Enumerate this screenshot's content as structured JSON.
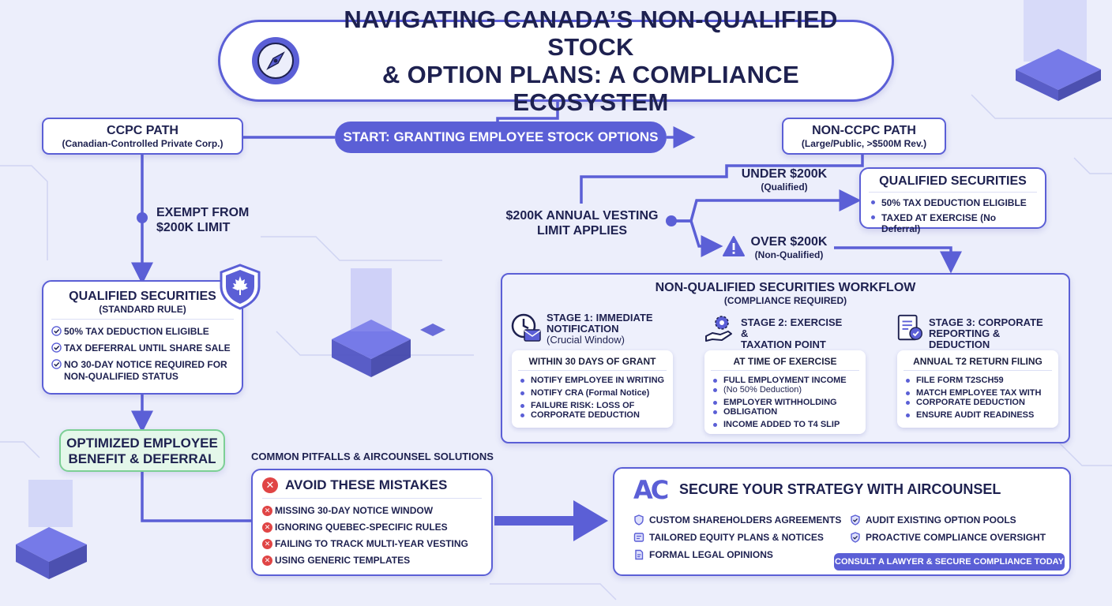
{
  "title": {
    "line1": "NAVIGATING CANADA’S NON-QUALIFIED STOCK",
    "line2": "& OPTION PLANS: A COMPLIANCE ECOSYSTEM"
  },
  "start": {
    "label": "START: GRANTING EMPLOYEE STOCK OPTIONS"
  },
  "ccpc": {
    "title": "CCPC PATH",
    "subtitle": "(Canadian-Controlled Private Corp.)",
    "exempt_line1": "EXEMPT FROM",
    "exempt_line2": "$200K LIMIT",
    "qualified": {
      "title": "QUALIFIED SECURITIES",
      "subtitle": "(STANDARD RULE)",
      "items": [
        "50% TAX DEDUCTION ELIGIBLE",
        "TAX DEFERRAL UNTIL SHARE SALE",
        "NO 30-DAY NOTICE REQUIRED FOR",
        "NON-QUALIFIED STATUS"
      ]
    },
    "outcome_line1": "OPTIMIZED EMPLOYEE",
    "outcome_line2": "BENEFIT & DEFERRAL"
  },
  "non_ccpc": {
    "title": "NON-CCPC PATH",
    "subtitle": "(Large/Public, >$500M Rev.)",
    "limit_line1": "$200K ANNUAL VESTING",
    "limit_line2": "LIMIT APPLIES",
    "under": {
      "title": "UNDER $200K",
      "sub": "(Qualified)"
    },
    "over": {
      "title": "OVER $200K",
      "sub": "(Non-Qualified)"
    },
    "qualified": {
      "title": "QUALIFIED SECURITIES",
      "items": [
        "50% TAX DEDUCTION ELIGIBLE",
        "TAXED AT EXERCISE (No Deferral)"
      ]
    }
  },
  "workflow": {
    "title": "NON-QUALIFIED SECURITIES WORKFLOW",
    "subtitle": "(COMPLIANCE REQUIRED)",
    "stages": [
      {
        "title_l1": "STAGE 1: IMMEDIATE",
        "title_l2": "NOTIFICATION",
        "title_l3": "(Crucial Window)",
        "card_title": "WITHIN 30 DAYS OF GRANT",
        "items": [
          "NOTIFY EMPLOYEE IN WRITING",
          "NOTIFY CRA (Formal Notice)",
          "FAILURE RISK: LOSS OF",
          "CORPORATE DEDUCTION"
        ]
      },
      {
        "title_l1": "STAGE 2: EXERCISE &",
        "title_l2": "TAXATION POINT",
        "card_title": "AT TIME OF EXERCISE",
        "items": [
          "FULL EMPLOYMENT INCOME",
          "(No 50% Deduction)",
          "EMPLOYER WITHHOLDING",
          "OBLIGATION",
          "INCOME ADDED TO T4 SLIP"
        ]
      },
      {
        "title_l1": "STAGE 3: CORPORATE",
        "title_l2": "REPORTING & DEDUCTION",
        "card_title": "ANNUAL T2 RETURN FILING",
        "items": [
          "FILE FORM T2SCH59",
          "MATCH EMPLOYEE TAX WITH",
          "CORPORATE DEDUCTION",
          "ENSURE AUDIT READINESS"
        ]
      }
    ]
  },
  "pitfalls": {
    "section_label": "COMMON PITFALLS & AIRCOUNSEL SOLUTIONS",
    "title": "AVOID THESE MISTAKES",
    "items": [
      "MISSING 30-DAY NOTICE WINDOW",
      "IGNORING QUEBEC-SPECIFIC RULES",
      "FAILING TO TRACK MULTI-YEAR VESTING",
      "USING GENERIC TEMPLATES"
    ]
  },
  "aircounsel": {
    "logo": "AC",
    "title": "SECURE YOUR STRATEGY WITH AIRCOUNSEL",
    "services": [
      "CUSTOM SHAREHOLDERS AGREEMENTS",
      "TAILORED EQUITY PLANS & NOTICES",
      "FORMAL LEGAL OPINIONS",
      "AUDIT EXISTING OPTION POOLS",
      "PROACTIVE COMPLIANCE OVERSIGHT"
    ],
    "cta": "CONSULT A LAWYER & SECURE COMPLIANCE TODAY"
  },
  "colors": {
    "accent": "#5b5fd6",
    "background": "#eceefb",
    "text": "#1e2150",
    "success_bg": "#e4f7ea",
    "success_border": "#7ccf95",
    "error": "#e04545"
  },
  "icons": [
    "compass-icon",
    "maple-leaf-shield-icon",
    "warning-icon",
    "clock-mail-icon",
    "gear-hand-icon",
    "document-seal-icon",
    "error-x-icon",
    "check-icon",
    "shield-icon",
    "document-icon"
  ]
}
